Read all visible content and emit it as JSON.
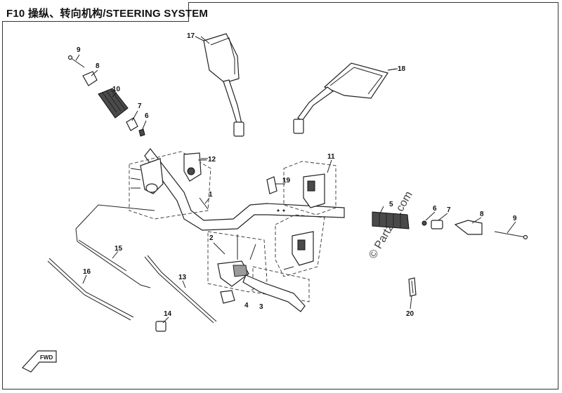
{
  "title": "F10 操纵、转向机构/STEERING SYSTEM",
  "watermark": "© Partzilla.com",
  "fwd_label": "FWD",
  "callouts": [
    "1",
    "2",
    "3",
    "4",
    "5",
    "6",
    "6",
    "7",
    "7",
    "8",
    "8",
    "9",
    "9",
    "10",
    "11",
    "12",
    "13",
    "14",
    "15",
    "16",
    "17",
    "18",
    "19",
    "20"
  ]
}
